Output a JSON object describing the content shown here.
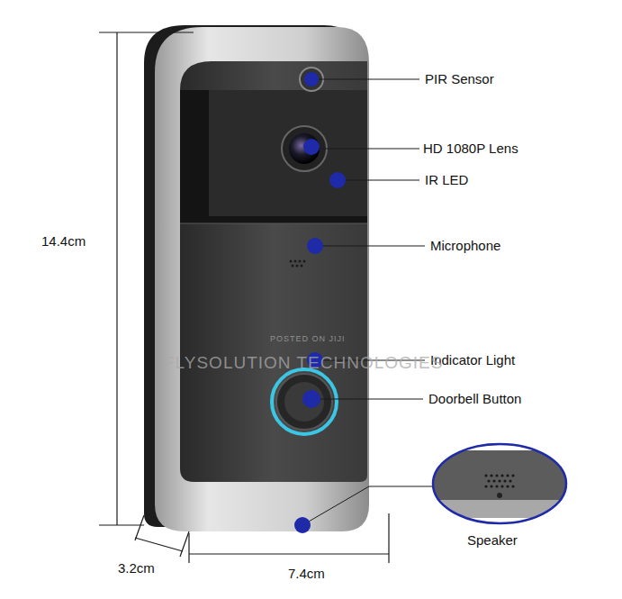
{
  "diagram": {
    "labels": [
      "PIR Sensor",
      "HD 1080P Lens",
      "IR LED",
      "Microphone",
      "Indicator Light",
      "Doorbell Button",
      "Speaker",
      "14.4cm",
      "3.2cm",
      "7.4cm",
      "POSTED ON JIJI",
      "FLYSOLUTION TECHNOLOGIES"
    ]
  }
}
